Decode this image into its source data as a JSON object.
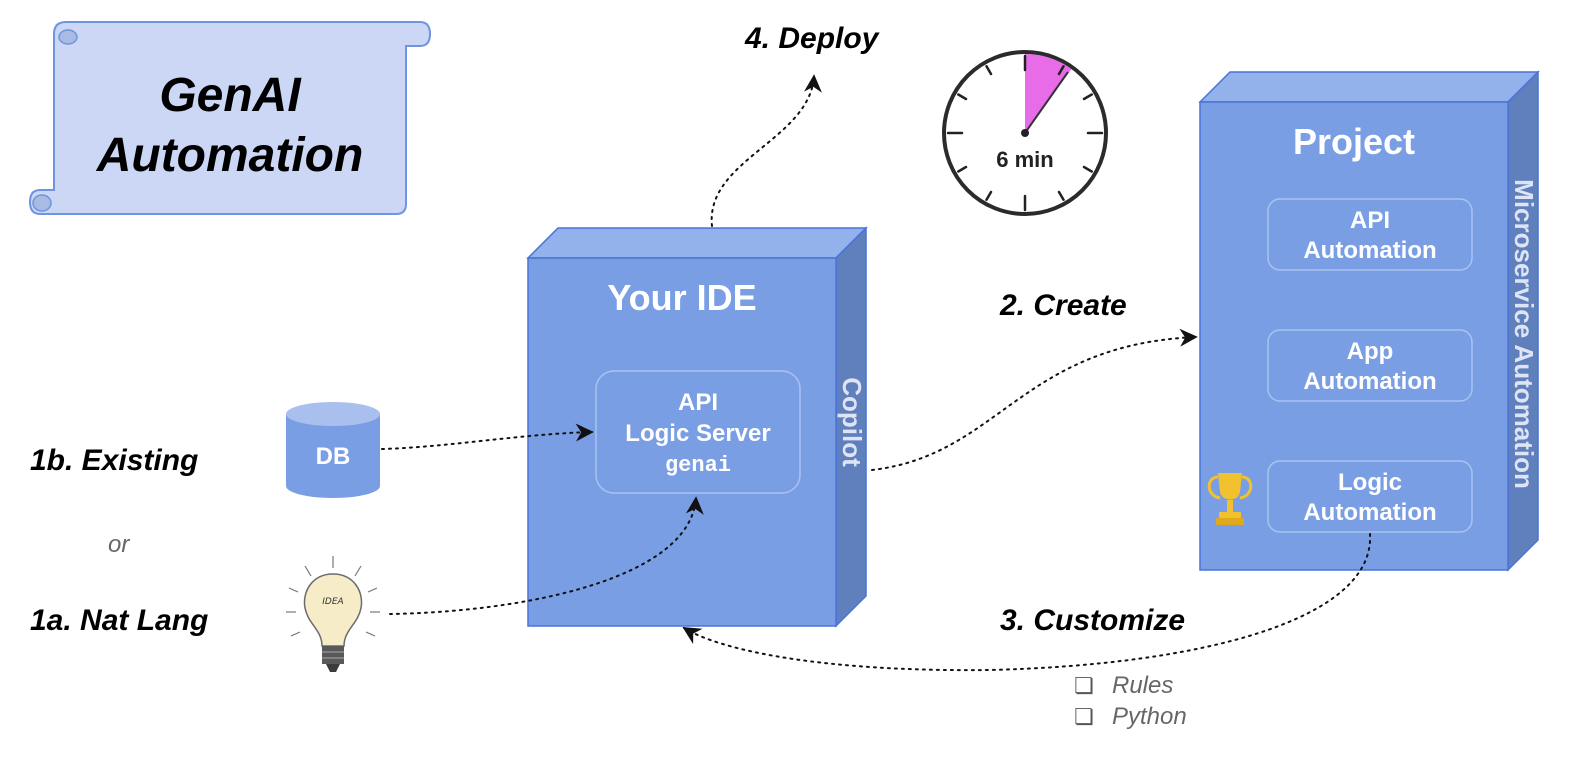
{
  "banner": {
    "line1": "GenAI",
    "line2": "Automation"
  },
  "steps": {
    "existing": "1b. Existing",
    "or": "or",
    "natlang": "1a. Nat Lang",
    "create": "2. Create",
    "customize": "3. Customize",
    "deploy": "4. Deploy"
  },
  "db": {
    "label": "DB"
  },
  "bulb": {
    "label": "IDEA"
  },
  "timer": {
    "label": "6 min"
  },
  "ide": {
    "title": "Your IDE",
    "side_label": "Copilot",
    "server": {
      "line1": "API",
      "line2": "Logic Server",
      "line3": "genai"
    }
  },
  "project": {
    "title": "Project",
    "side_label": "Microservice Automation",
    "items": [
      {
        "line1": "API",
        "line2": "Automation"
      },
      {
        "line1": "App",
        "line2": "Automation"
      },
      {
        "line1": "Logic",
        "line2": "Automation"
      }
    ]
  },
  "customize_options": [
    {
      "box": "❏",
      "label": "Rules"
    },
    {
      "box": "❏",
      "label": "Python"
    }
  ],
  "colors": {
    "box_front": "#7a9ee4",
    "box_top": "#93b1ea",
    "box_side": "#607fbd",
    "box_border": "#4a73d8",
    "scroll_fill": "#cbd7f5",
    "scroll_stroke": "#6f94e0",
    "timer_wedge": "#e86be8",
    "trophy": "#f2c12e"
  }
}
